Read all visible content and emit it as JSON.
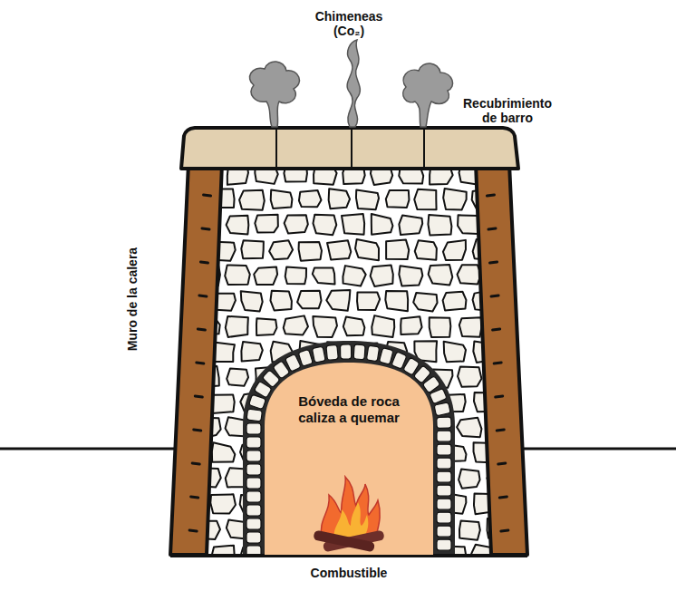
{
  "diagram": {
    "nodes": [
      {
        "text": [
          "Bóveda de roca caliza a quemar"
        ]
      }
    ],
    "labels": [
      "Chimeneas (Co₂)",
      "Recubrimiento de barro",
      "Muro de la calera",
      "Combustible"
    ]
  }
}
